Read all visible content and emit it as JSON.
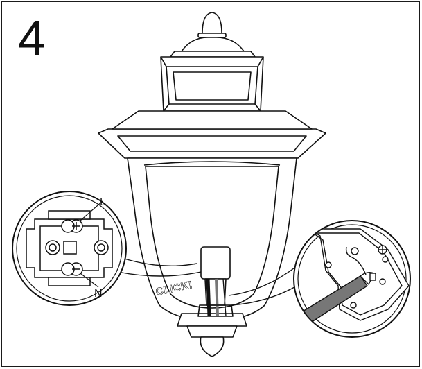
{
  "step": {
    "number": "4"
  },
  "terminal_callout": {
    "live_label": "L",
    "neutral_label": "N"
  },
  "action": {
    "click_label": "CLICK!"
  },
  "colors": {
    "line": "#111111",
    "cable_grey": "#777777",
    "fill": "#ffffff"
  }
}
